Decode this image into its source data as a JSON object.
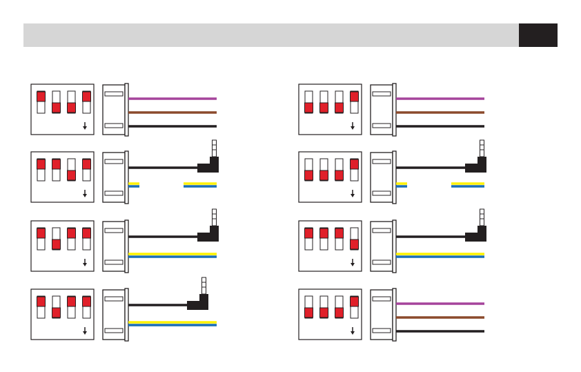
{
  "colors": {
    "header_bar": "#d6d6d6",
    "header_tab": "#231f20",
    "switch_on": "#e0202a",
    "outline": "#231f20",
    "wire_purple": "#a5449b",
    "wire_brown": "#8b4a2b",
    "wire_black": "#231f20",
    "wire_yellow": "#fff200",
    "wire_blue": "#1a6fb5"
  },
  "panels": [
    {
      "switches": [
        "up",
        "down",
        "down",
        "up"
      ],
      "output": "wires"
    },
    {
      "switches": [
        "up",
        "up",
        "down",
        "up"
      ],
      "output": "jack-split"
    },
    {
      "switches": [
        "up",
        "down",
        "up",
        "up"
      ],
      "output": "jack-full"
    },
    {
      "switches": [
        "up",
        "down",
        "up",
        "up"
      ],
      "output": "jack-short"
    },
    {
      "switches": [
        "down",
        "down",
        "down",
        "up"
      ],
      "output": "wires"
    },
    {
      "switches": [
        "down",
        "down",
        "down",
        "up"
      ],
      "output": "jack-split"
    },
    {
      "switches": [
        "up",
        "up",
        "up",
        "down"
      ],
      "output": "jack-full"
    },
    {
      "switches": [
        "down",
        "down",
        "down",
        "up"
      ],
      "output": "wires"
    }
  ]
}
